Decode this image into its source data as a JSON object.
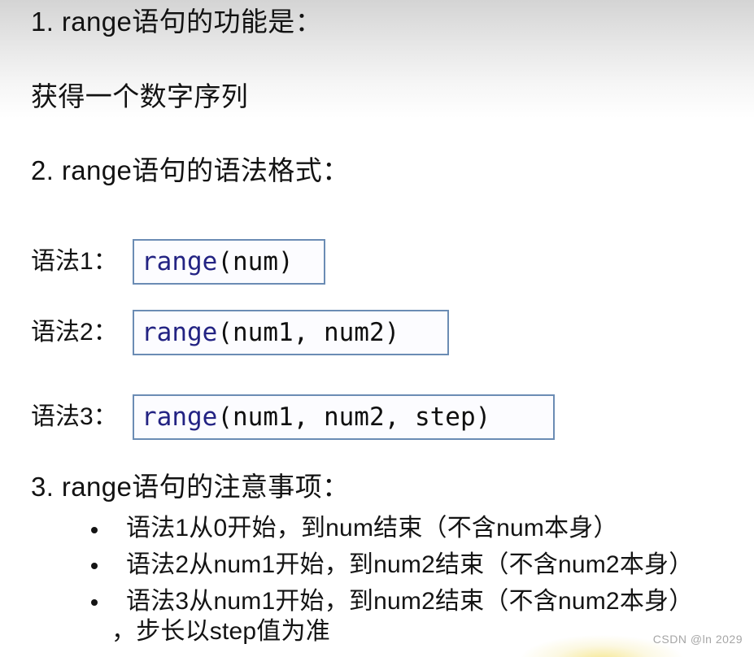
{
  "slide": {
    "sections": [
      {
        "heading": "1. range语句的功能是：",
        "answer": "获得一个数字序列"
      },
      {
        "heading": "2. range语句的语法格式："
      },
      {
        "heading": "3. range语句的注意事项："
      }
    ],
    "syntax_rows": [
      {
        "label": "语法1：",
        "code_keyword": "range",
        "code_rest": "(num)"
      },
      {
        "label": "语法2：",
        "code_keyword": "range",
        "code_rest": "(num1, num2)"
      },
      {
        "label": "语法3：",
        "code_keyword": "range",
        "code_rest": "(num1, num2, step)"
      }
    ],
    "notes": [
      {
        "text": "语法1从0开始，到num结束（不含num本身）",
        "continuation": ""
      },
      {
        "text": "语法2从num1开始，到num2结束（不含num2本身）",
        "continuation": ""
      },
      {
        "text": "语法3从num1开始，到num2结束（不含num2本身）",
        "continuation": "，步长以step值为准"
      }
    ],
    "watermark": "CSDN @ln 2029",
    "colors": {
      "keyword": "#232383",
      "box_border": "#6b8cb4",
      "text": "#121212",
      "watermark": "#a6a6a6",
      "background_top": "#d4d4d4",
      "background_bottom": "#ffffff"
    }
  }
}
